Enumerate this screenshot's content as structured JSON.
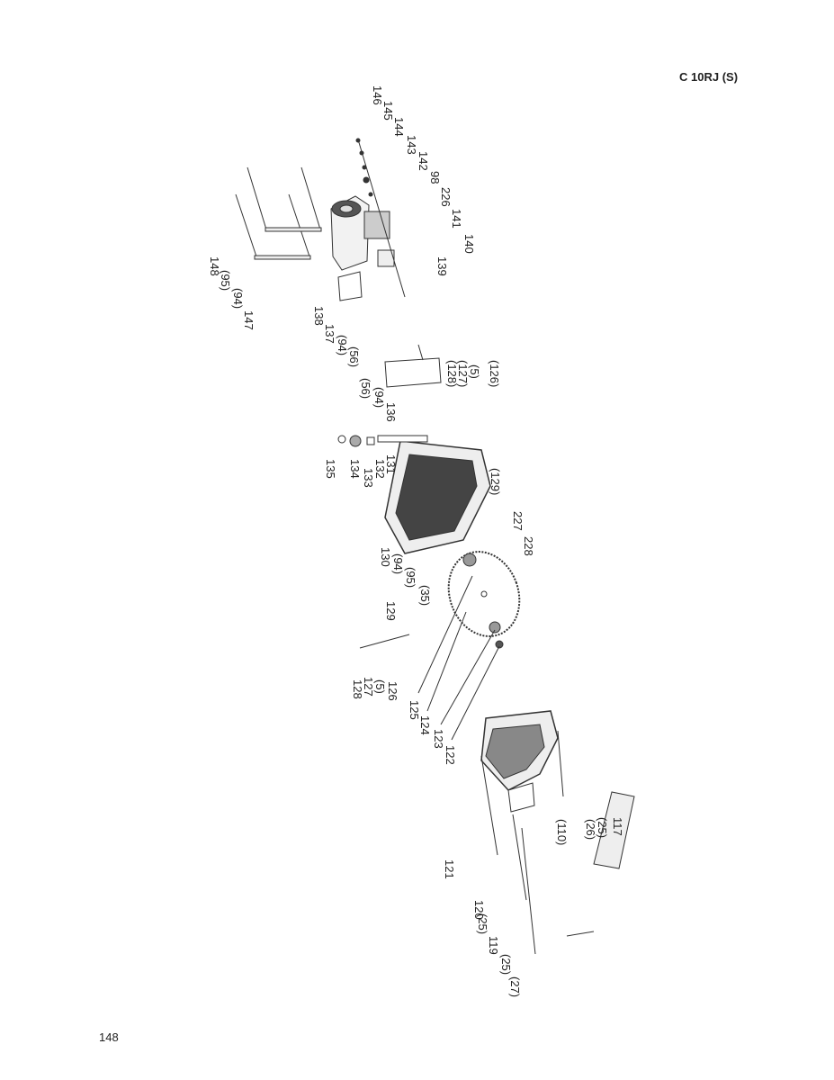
{
  "header": {
    "model": "C 10RJ (S)"
  },
  "footer": {
    "page_number": "148"
  },
  "callouts": [
    "146",
    "145",
    "144",
    "143",
    "142",
    "98",
    "226",
    "141",
    "140",
    "139",
    "148",
    "(95)",
    "(94)",
    "147",
    "138",
    "137",
    "(94)",
    "(56)",
    "(56)",
    "(94)",
    "136",
    "(128)",
    "(127)",
    "(5)",
    "(126)",
    "(129)",
    "131",
    "132",
    "133",
    "134",
    "135",
    "227",
    "228",
    "130",
    "(94)",
    "(95)",
    "(35)",
    "129",
    "128",
    "127",
    "(5)",
    "126",
    "125",
    "124",
    "123",
    "122",
    "117",
    "(25)",
    "(26)",
    "(110)",
    "121",
    "120",
    "(25)",
    "119",
    "(25)",
    "(27)"
  ]
}
